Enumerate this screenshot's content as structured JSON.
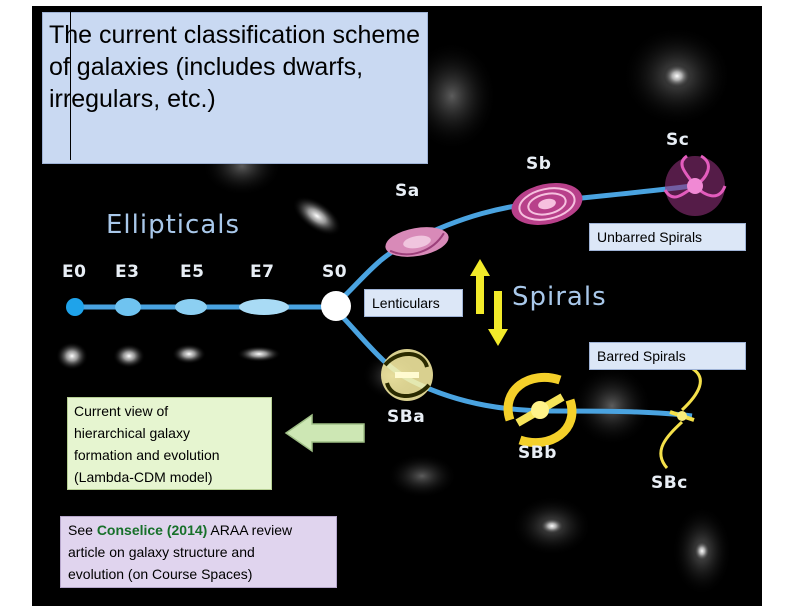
{
  "title": "The current classification scheme of galaxies (includes dwarfs, irregulars, etc.)",
  "group_labels": {
    "ellipticals": "Ellipticals",
    "spirals": "Spirals"
  },
  "hubble_sequence": {
    "ellipticals": [
      "E0",
      "E3",
      "E5",
      "E7"
    ],
    "lenticular": "S0",
    "unbarred": [
      "Sa",
      "Sb",
      "Sc"
    ],
    "barred": [
      "SBa",
      "SBb",
      "SBc"
    ]
  },
  "callouts": {
    "unbarred": "Unbarred Spirals",
    "barred": "Barred Spirals",
    "lenticulars": "Lenticulars"
  },
  "hierarchical_note": {
    "lines": [
      "Current view of",
      "hierarchical galaxy",
      "formation and evolution",
      "(Lambda-CDM model)"
    ]
  },
  "reference_note": {
    "prefix": "See ",
    "link": "Conselice (2014)",
    "suffix_1": " ARAA review",
    "line_2": "article on galaxy structure and",
    "line_3": "evolution (on Course Spaces)"
  },
  "colors": {
    "background": "#000000",
    "arm": "#4aa3e0",
    "elliptical": "#6fc3f0",
    "unbarred_spiral": "#d84fb0",
    "barred_spiral": "#f4e04a",
    "arrow_yellow": "#f2ea2a",
    "arrow_green": "#cde7b4",
    "title_box": "#c9d9f2",
    "hier_box": "#e6f5d0",
    "ref_box": "#e0d4ee",
    "link": "#17702a"
  },
  "icons": {
    "updown_arrow": "double-headed-vertical-arrow-icon",
    "left_arrow": "left-arrow-icon"
  }
}
